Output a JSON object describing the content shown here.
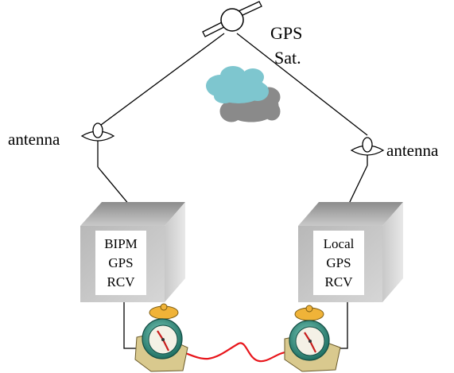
{
  "satellite": {
    "label_line1": "GPS",
    "label_line2": "Sat."
  },
  "left_antenna": {
    "label": "antenna"
  },
  "right_antenna": {
    "label": "antenna"
  },
  "left_receiver": {
    "line1": "BIPM",
    "line2": "GPS",
    "line3": "RCV"
  },
  "right_receiver": {
    "line1": "Local",
    "line2": "GPS",
    "line3": "RCV"
  },
  "colors": {
    "link_line": "#000000",
    "clock_cable": "#e8161c",
    "cloud_light": "#7ec6cf",
    "cloud_dark": "#8a8a8a",
    "box_top": "#9a9a9a",
    "box_side": "#d4d4d4",
    "box_front": "#c4c4c4",
    "clock_face": "#2e8f7e"
  },
  "icons": {
    "satellite": "satellite-icon",
    "cloud": "cloud-icon",
    "antenna": "antenna-icon",
    "receiver": "receiver-box",
    "clock": "alarm-clock-icon"
  }
}
